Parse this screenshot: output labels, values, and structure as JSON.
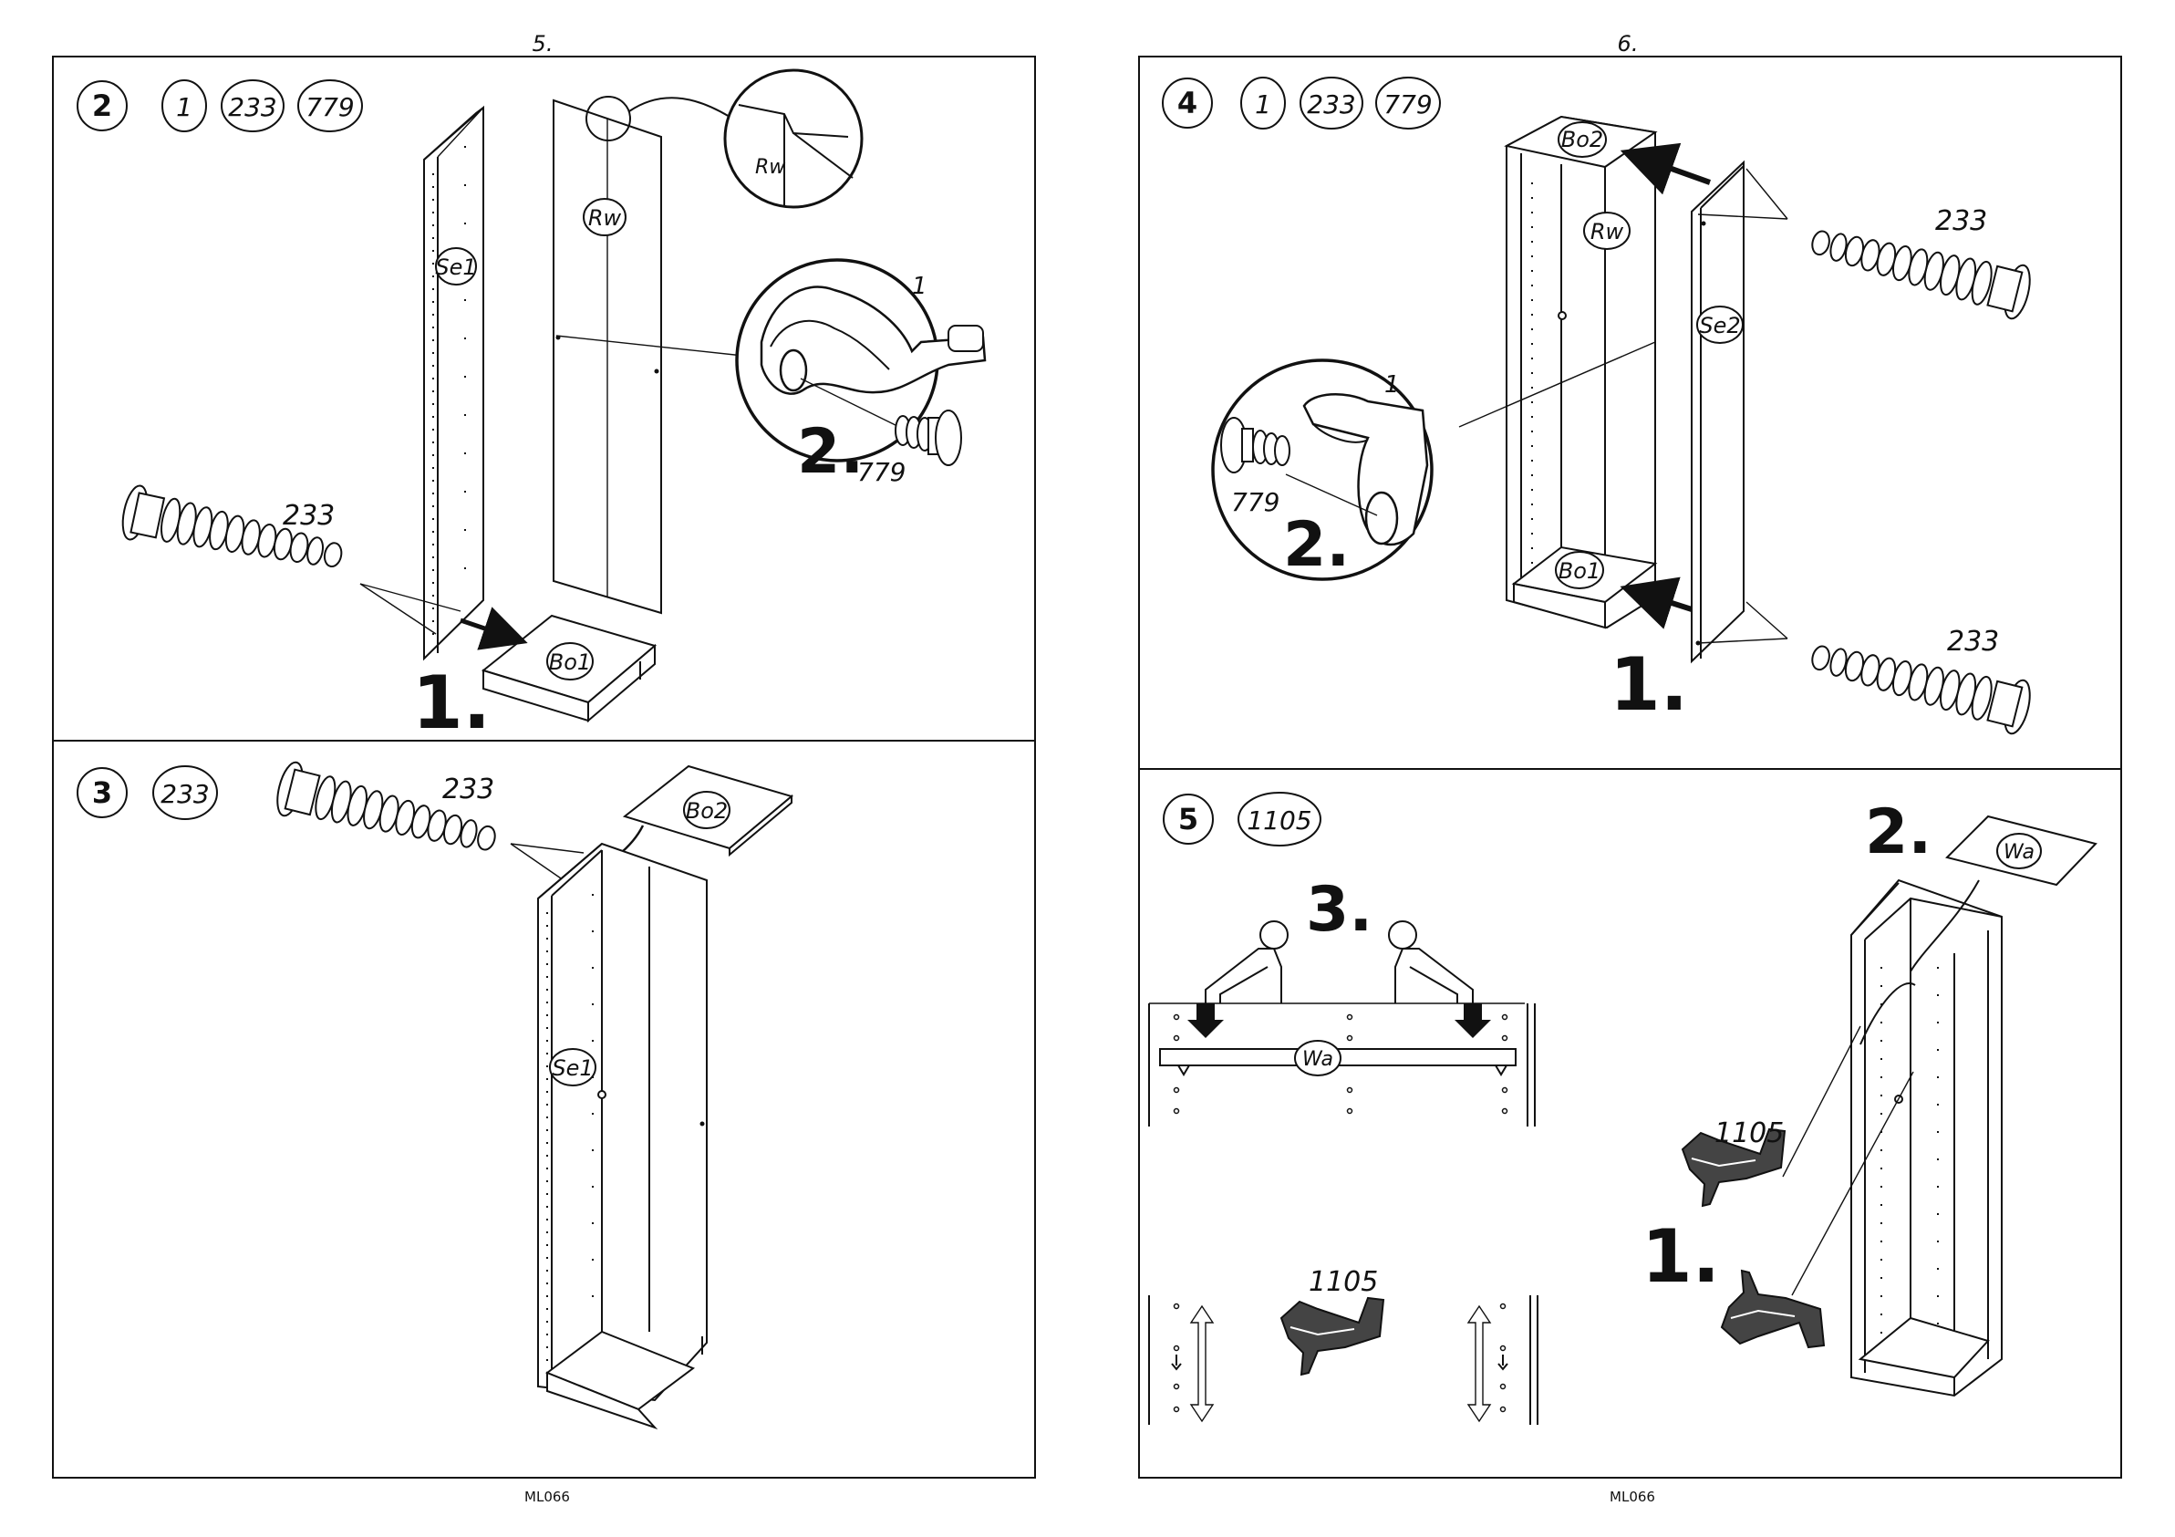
{
  "pages": [
    {
      "page_number": "5.",
      "footer_code": "ML066",
      "steps": [
        {
          "step": "2",
          "parts": [
            "1",
            "233",
            "779"
          ],
          "callouts": {
            "order_1": "1.",
            "order_2": "2."
          },
          "labels": {
            "side_panel": "Se1",
            "back_panel": "Rw",
            "bottom": "Bo1",
            "detail_back": "Rw",
            "dowel": "233",
            "cam": "1",
            "screw": "779"
          }
        },
        {
          "step": "3",
          "parts": [
            "233"
          ],
          "labels": {
            "dowel": "233",
            "top": "Bo2",
            "side_panel": "Se1"
          }
        }
      ]
    },
    {
      "page_number": "6.",
      "footer_code": "ML066",
      "steps": [
        {
          "step": "4",
          "parts": [
            "1",
            "233",
            "779"
          ],
          "callouts": {
            "order_1": "1.",
            "order_2": "2."
          },
          "labels": {
            "top": "Bo2",
            "back_panel": "Rw",
            "bottom": "Bo1",
            "side_panel": "Se2",
            "dowel_top": "233",
            "dowel_bottom": "233",
            "cam": "1",
            "screw": "779"
          }
        },
        {
          "step": "5",
          "parts": [
            "1105"
          ],
          "callouts": {
            "order_1": "1.",
            "order_2": "2.",
            "order_3": "3."
          },
          "labels": {
            "shelf": "Wa",
            "shelf_top": "Wa",
            "support_top": "1105",
            "support_bottom": "1105"
          }
        }
      ]
    }
  ]
}
